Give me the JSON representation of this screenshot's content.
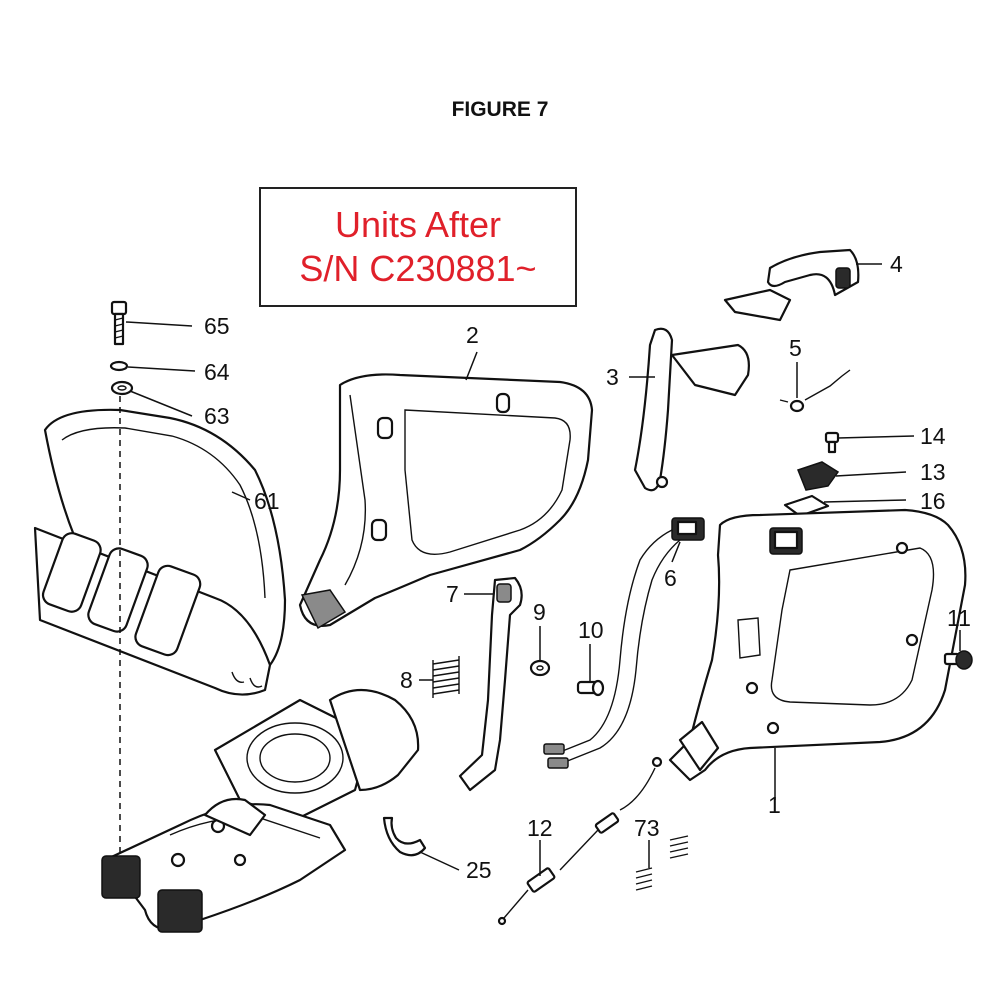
{
  "title": "FIGURE 7",
  "notice": {
    "line1": "Units After",
    "line2": "S/N C230881~",
    "color": "#e0202a"
  },
  "callouts": {
    "p1": "1",
    "p2": "2",
    "p3": "3",
    "p4": "4",
    "p5": "5",
    "p6": "6",
    "p7": "7",
    "p8": "8",
    "p9": "9",
    "p10": "10",
    "p11": "11",
    "p12": "12",
    "p13": "13",
    "p14": "14",
    "p16": "16",
    "p25": "25",
    "p61": "61",
    "p63": "63",
    "p64": "64",
    "p65": "65",
    "p73": "73"
  }
}
